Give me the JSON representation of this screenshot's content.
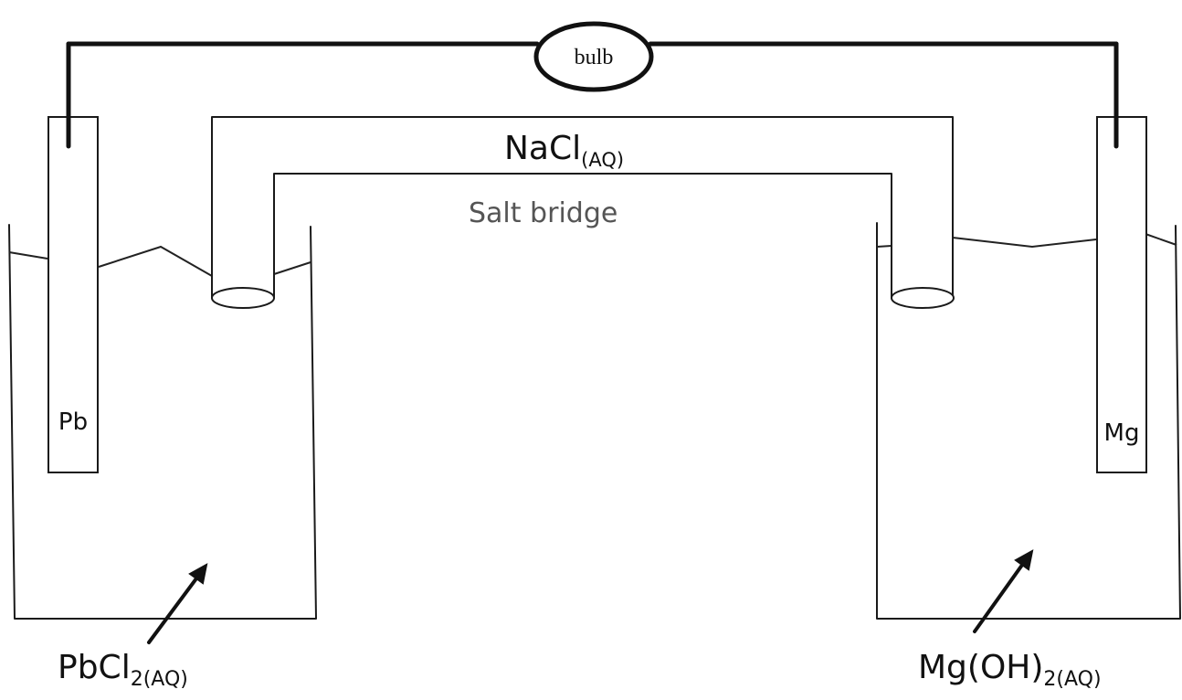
{
  "circuit": {
    "bulb_label": "bulb"
  },
  "electrodes": {
    "left": {
      "label": "Pb"
    },
    "right": {
      "label": "Mg"
    }
  },
  "salt_bridge": {
    "solution_main": "NaCl",
    "solution_sub": "(AQ)",
    "label": "Salt bridge"
  },
  "solutions": {
    "left": {
      "formula_main": "PbCl",
      "formula_sub": "2(AQ)"
    },
    "right": {
      "formula_main": "Mg(OH)",
      "formula_sub": "2(AQ)"
    }
  }
}
